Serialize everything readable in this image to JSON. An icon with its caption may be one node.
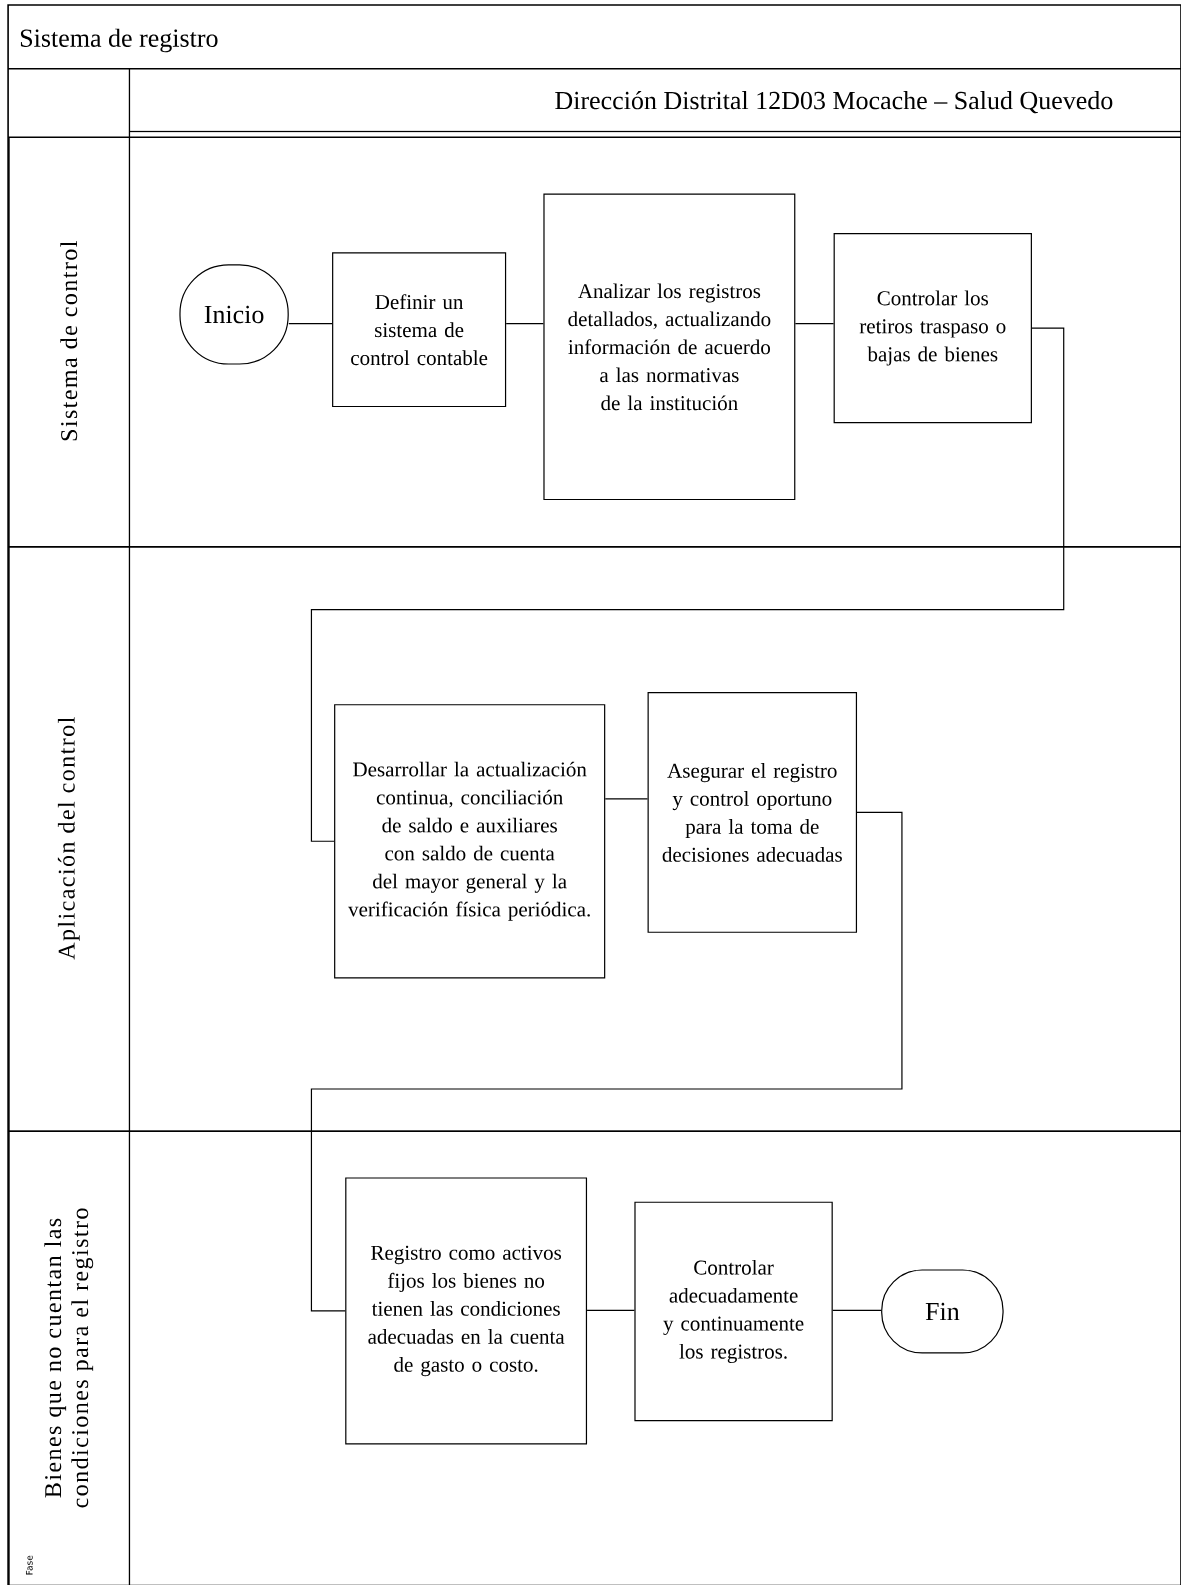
{
  "diagram": {
    "title": "Sistema de registro",
    "nodes": [
      {
        "text": [
          "Sistema de control"
        ]
      },
      {
        "text": [
          "Aplicación del control"
        ]
      },
      {
        "text": [
          "Bienes que no cuentan las condiciones para el registro"
        ]
      },
      {
        "text": [
          "Inicio"
        ],
        "in": 0
      },
      {
        "text": [
          "Definir un sistema de control contable"
        ],
        "in": 0
      },
      {
        "text": [
          "Analizar los registros detallados, actualizando información de acuerdo a las normativas de la institución"
        ],
        "in": 0
      },
      {
        "text": [
          "Controlar los retiros traspaso o bajas de bienes"
        ],
        "in": 0
      },
      {
        "text": [
          "Desarrollar la actualización continua, conciliación de saldo e auxiliares con saldo de cuenta del mayor general y la verificación física periódica."
        ],
        "in": 1
      },
      {
        "text": [
          "Asegurar el registro y control oportuno para la toma de decisiones adecuadas"
        ],
        "in": 1
      },
      {
        "text": [
          "Registro como activos fijos los bienes no tienen las condiciones adecuadas en la cuenta de gasto o costo."
        ],
        "in": 2
      },
      {
        "text": [
          "Controlar adecuadamente y continuamente los registros."
        ],
        "in": 2
      },
      {
        "text": [
          "Fin"
        ],
        "in": 2
      }
    ],
    "edges": [
      {
        "from": 3,
        "to": 4,
        "arrow": "none"
      },
      {
        "from": 4,
        "to": 5,
        "arrow": "none"
      },
      {
        "from": 5,
        "to": 6,
        "arrow": "none"
      },
      {
        "from": 6,
        "to": 7,
        "arrow": "none"
      },
      {
        "from": 7,
        "to": 8,
        "arrow": "none"
      },
      {
        "from": 8,
        "to": 9,
        "arrow": "none"
      },
      {
        "from": 9,
        "to": 10,
        "arrow": "none"
      },
      {
        "from": 10,
        "to": 11,
        "arrow": "none"
      }
    ],
    "labels": [
      "Dirección Distrital 12D03 Mocache – Salud Quevedo",
      "Fase"
    ]
  }
}
